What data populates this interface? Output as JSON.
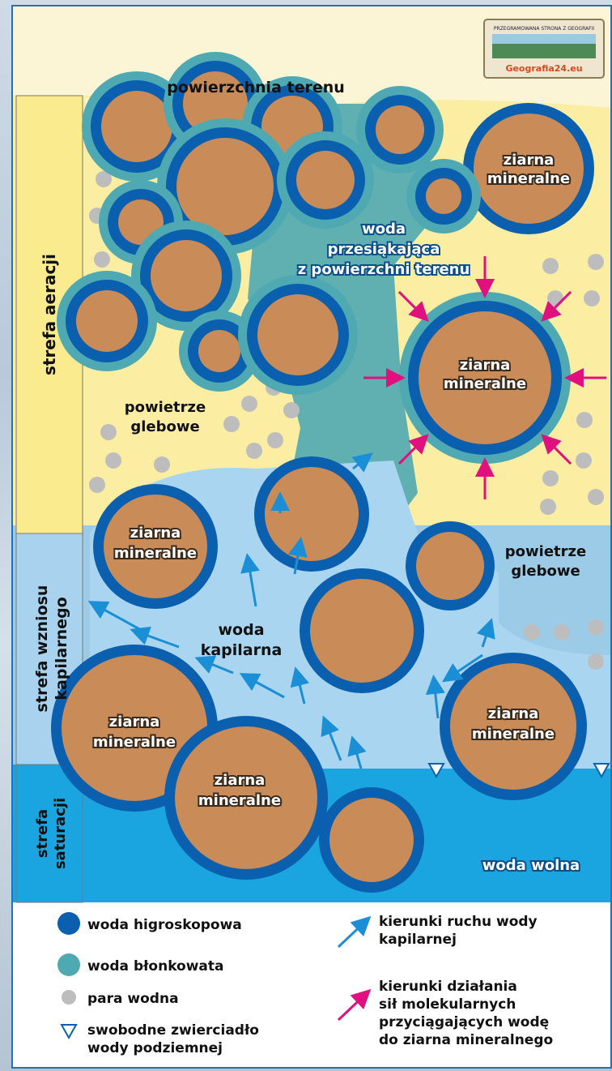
{
  "logo": {
    "line1": "PRZEGRAMOWANA STRONA Z GEOGRAFII",
    "site": "Geografia24.eu"
  },
  "diagram": {
    "surface_label": "powierzchnia terenu",
    "zones": {
      "aeration": "strefa aeracji",
      "capillary": [
        "strefa wzniosu",
        "kapilarnego"
      ],
      "saturation": [
        "strefa",
        "saturacji"
      ]
    },
    "grain_label": [
      "ziarna",
      "mineralne"
    ],
    "percolating_water": [
      "woda",
      "przesiąkająca",
      "z powierzchni terenu"
    ],
    "soil_air": [
      "powietrze",
      "glebowe"
    ],
    "capillary_water": [
      "woda",
      "kapilarna"
    ],
    "free_water": "woda wolna"
  },
  "legend": {
    "hygroscopic": "woda higroskopowa",
    "film": "woda błonkowata",
    "vapor": "para wodna",
    "water_table": [
      "swobodne zwierciadło",
      "wody podziemnej"
    ],
    "capillary_dir": [
      "kierunki ruchu wody",
      "kapilarnej"
    ],
    "molecular_dir": [
      "kierunki działania",
      "sił molekularnych",
      "przyciągających wodę",
      "do ziarna mineralnego"
    ]
  },
  "colors": {
    "grain": "#c98b57",
    "hygroscopic": "#0a5fae",
    "film": "#4fa9b2",
    "capillary_zone": "#9ccbe8",
    "saturation_zone": "#1ba5e0",
    "aeration_zone": "#fbeea2",
    "vapor": "#bdbdbd",
    "capillary_arrow": "#1a8fd6",
    "molecular_arrow": "#e0117f"
  }
}
